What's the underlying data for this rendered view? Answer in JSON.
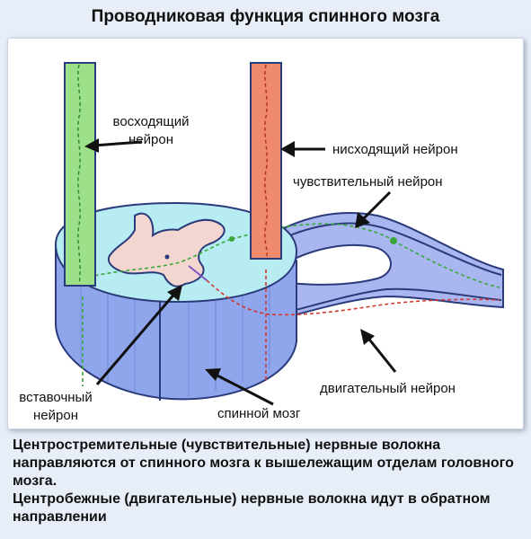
{
  "title": "Проводниковая функция спинного мозга",
  "labels": {
    "ascending_1": "восходящий",
    "ascending_2": "нейрон",
    "descending": "нисходящий нейрон",
    "sensory": "чувствительный нейрон",
    "inter_1": "вставочный",
    "inter_2": "нейрон",
    "spinal": "спинной мозг",
    "motor": "двигательный нейрон"
  },
  "caption": {
    "paragraph_1": "Центростремительные (чувствительные) нервные волокна направляются от спинного мозга к вышележащим отделам головного мозга.",
    "paragraph_2": "Центробежные (двигательные) нервные волокна идут в обратном направлении"
  },
  "colors": {
    "white_matter_top": "#b6ecf2",
    "white_matter_side": "#8fa6ec",
    "gray_matter": "#f3d6d0",
    "ascending_fiber": "#9de08a",
    "descending_fiber": "#ef8a6e",
    "nerve": "#5a86e0"
  }
}
